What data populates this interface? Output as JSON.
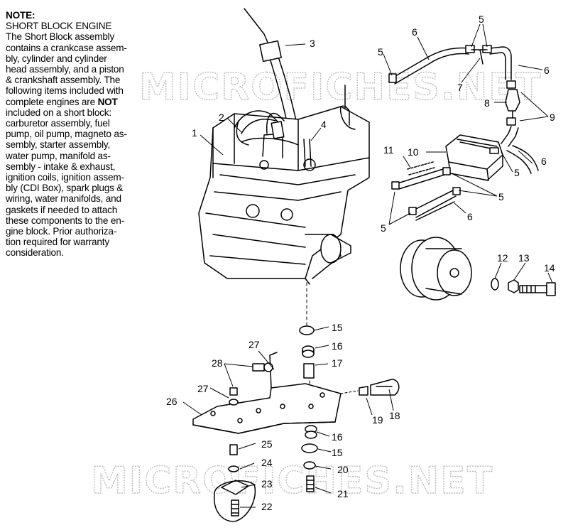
{
  "note": {
    "heading": "NOTE:",
    "body_before_bold": "SHORT BLOCK ENGINE\nThe Short Block assembly\ncontains a crankcase assem-\nbly, cylinder and cylinder\nhead assembly, and a piston\n& crankshaft assembly.  The\nfollowing items included with\ncomplete engines are ",
    "bold_word": "NOT",
    "body_after_bold": "\nincluded on a short block:\ncarburetor assembly, fuel\npump, oil pump, magneto as-\nsembly, starter assembly,\nwater pump, manifold as-\nsembly - intake & exhaust,\nignition coils, ignition assem-\nbly (CDI Box), spark plugs &\nwiring, water manifolds, and\ngaskets if needed to attach\nthese components to the en-\ngine block.  Prior authoriza-\ntion required for warranty\nconsideration."
  },
  "watermarks": [
    "MICROFICHES.NET",
    "MICROFICHES.NET"
  ],
  "callouts": {
    "c1": "1",
    "c2": "2",
    "c3": "3",
    "c4": "4",
    "c5a": "5",
    "c5b": "5",
    "c5c": "5",
    "c5d": "5",
    "c5e": "5",
    "c6a": "6",
    "c6b": "6",
    "c6c": "6",
    "c6d": "6",
    "c7": "7",
    "c8": "8",
    "c9": "9",
    "c10": "10",
    "c11": "11",
    "c12": "12",
    "c13": "13",
    "c14": "14",
    "c15a": "15",
    "c15b": "15",
    "c16a": "16",
    "c16b": "16",
    "c17": "17",
    "c18": "18",
    "c19": "19",
    "c20": "20",
    "c21": "21",
    "c22": "22",
    "c23": "23",
    "c24": "24",
    "c25": "25",
    "c26": "26",
    "c27a": "27",
    "c27b": "27",
    "c28": "28"
  }
}
